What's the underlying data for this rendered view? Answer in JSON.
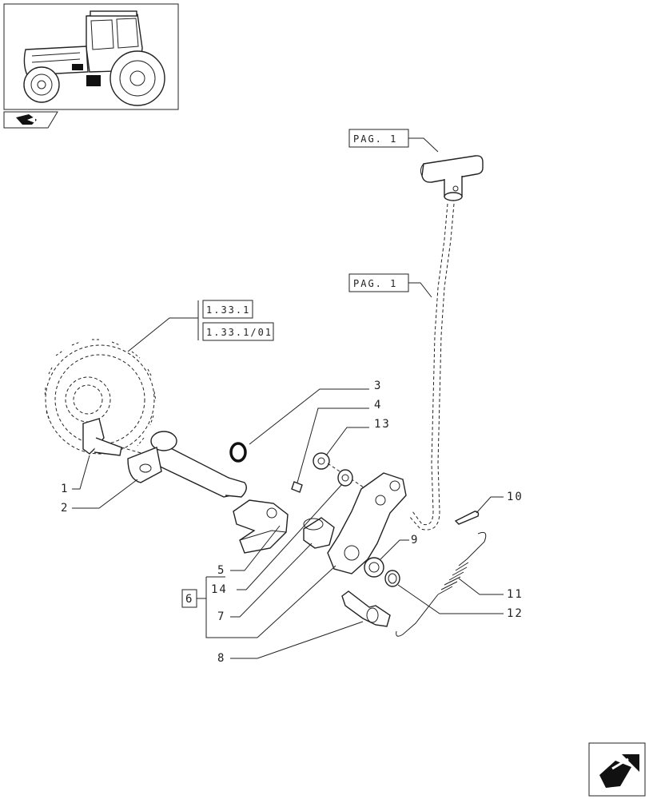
{
  "thumbnail": {
    "icon": "tractor-thumbnail-icon"
  },
  "nav": {
    "back_icon": "arrow-back-icon",
    "next_icon": "arrow-next-icon"
  },
  "refs": {
    "pag_top": "PAG. 1",
    "pag_mid": "PAG. 1",
    "gear_ref_a": "1.33.1",
    "gear_ref_b": "1.33.1/01"
  },
  "callouts": {
    "c1": "1",
    "c2": "2",
    "c3": "3",
    "c4": "4",
    "c5": "5",
    "c6": "6",
    "c7": "7",
    "c8": "8",
    "c9": "9",
    "c10": "10",
    "c11": "11",
    "c12": "12",
    "c13": "13",
    "c14": "14"
  }
}
